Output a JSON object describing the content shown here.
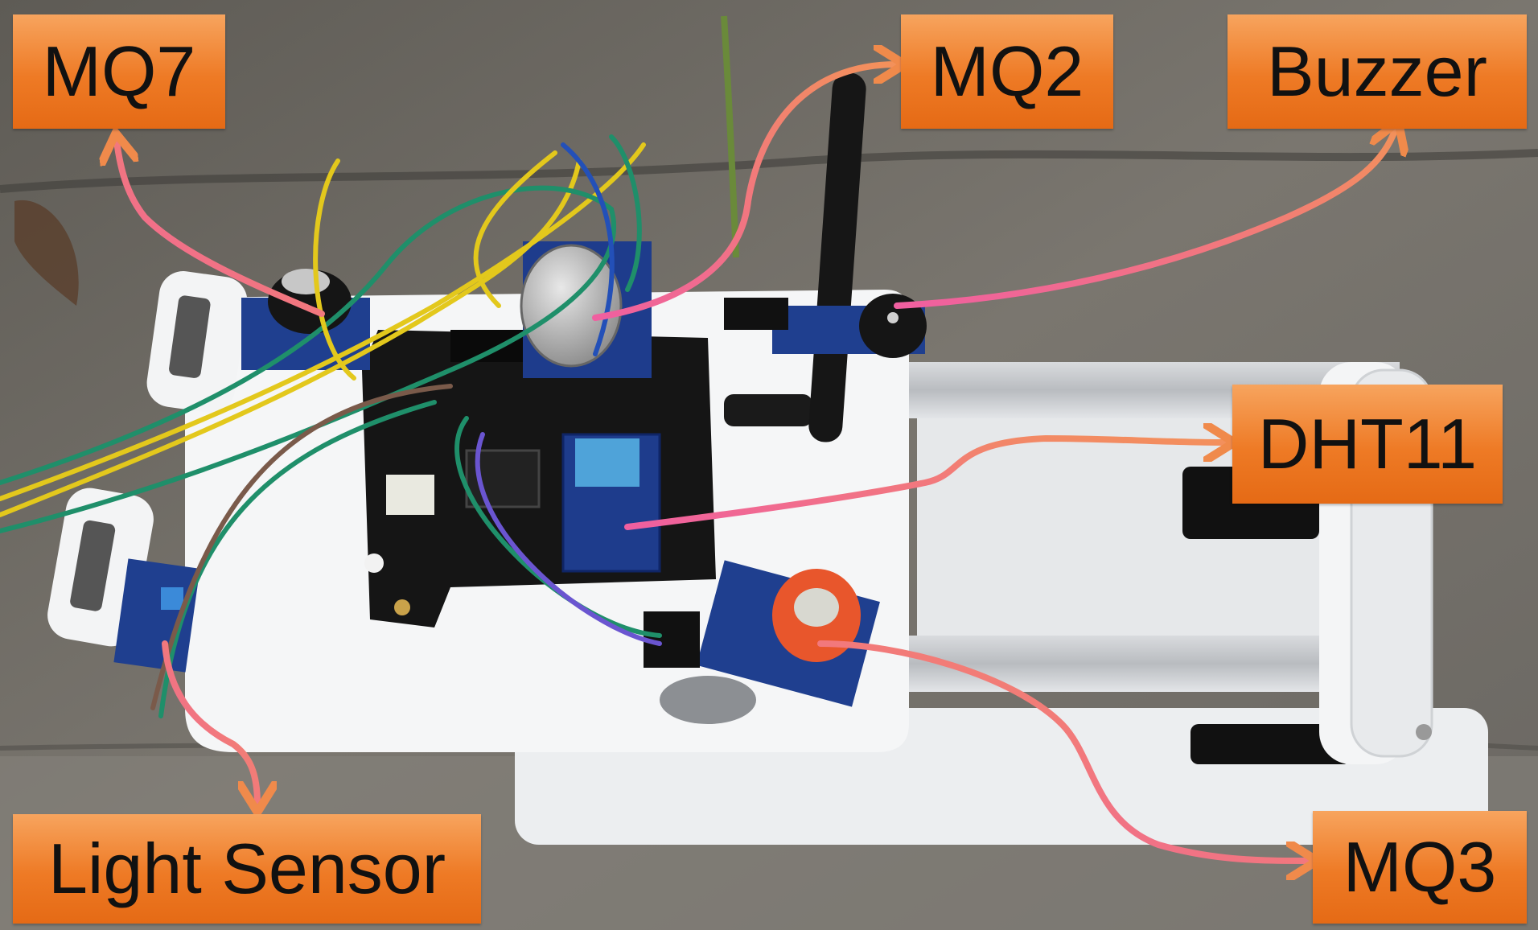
{
  "labels": {
    "mq7": "MQ7",
    "mq2": "MQ2",
    "buzzer": "Buzzer",
    "dht11": "DHT11",
    "light_sensor": "Light Sensor",
    "mq3": "MQ3"
  },
  "colors": {
    "label_fill": "#ee7a25",
    "arrow_head": "#f08a4b",
    "arrow_line": "#f05fa0",
    "background_stone": "#6f6c66",
    "stand": "#f2f3f5",
    "pcb_blue": "#1f3f8f",
    "board_black": "#151515"
  }
}
